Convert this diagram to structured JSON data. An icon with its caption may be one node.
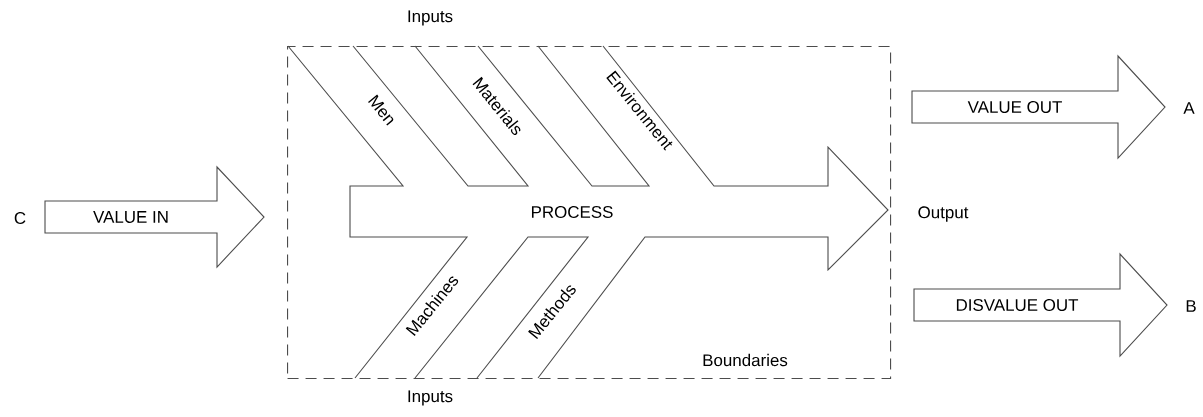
{
  "diagram": {
    "nodes": [
      {
        "text": [
          "VALUE IN"
        ]
      },
      {
        "text": [
          "Boundaries"
        ]
      },
      {
        "text": [
          "PROCESS"
        ],
        "in": 1
      },
      {
        "text": [
          "Men"
        ],
        "in": 1
      },
      {
        "text": [
          "Materials"
        ],
        "in": 1
      },
      {
        "text": [
          "Environment"
        ],
        "in": 1
      },
      {
        "text": [
          "Machines"
        ],
        "in": 1
      },
      {
        "text": [
          "Methods"
        ],
        "in": 1
      },
      {
        "text": [
          "VALUE OUT"
        ]
      },
      {
        "text": [
          "DISVALUE OUT"
        ]
      }
    ],
    "labels": [
      "Inputs",
      "A",
      "C",
      "Output",
      "B",
      "Inputs"
    ]
  }
}
